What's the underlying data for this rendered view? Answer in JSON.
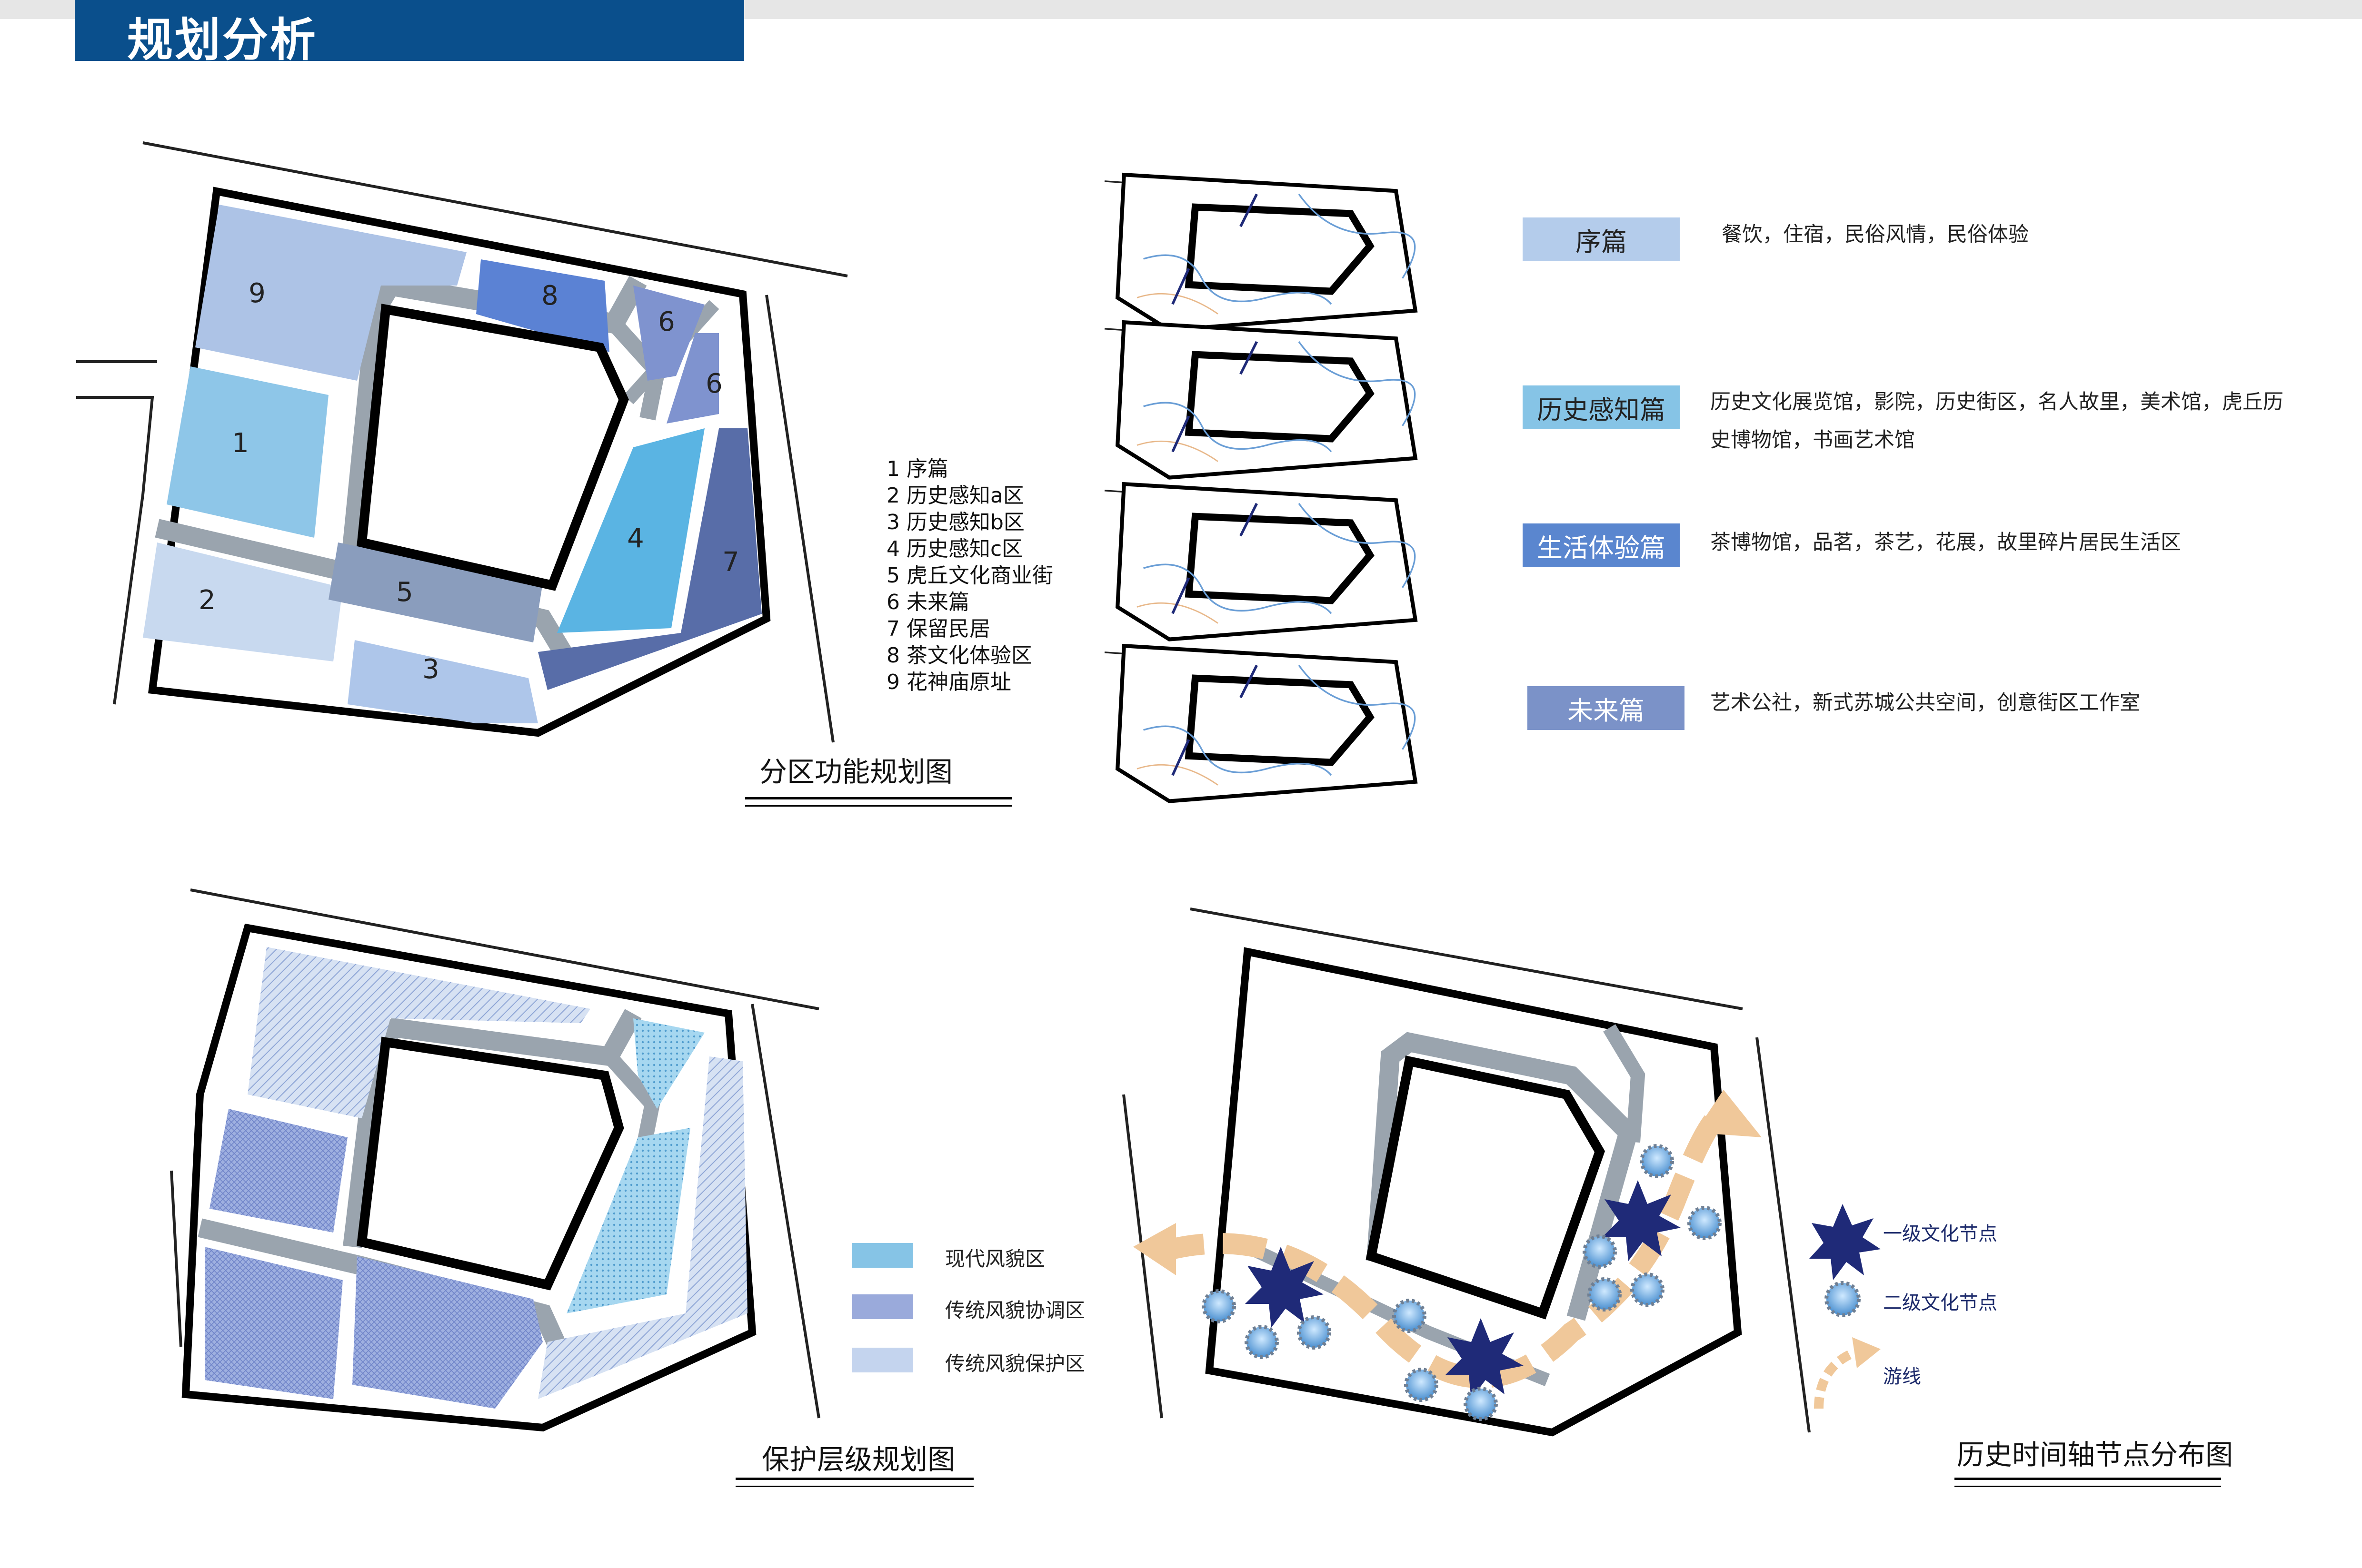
{
  "header": {
    "title": "规划分析"
  },
  "zoning_map": {
    "caption": "分区功能规划图",
    "zones": [
      {
        "num": "1",
        "name": "序篇"
      },
      {
        "num": "2",
        "name": "历史感知a区"
      },
      {
        "num": "3",
        "name": "历史感知b区"
      },
      {
        "num": "4",
        "name": "历史感知c区"
      },
      {
        "num": "5",
        "name": "虎丘文化商业街"
      },
      {
        "num": "6",
        "name": "未来篇"
      },
      {
        "num": "7",
        "name": "保留民居"
      },
      {
        "num": "8",
        "name": "茶文化体验区"
      },
      {
        "num": "9",
        "name": "花神庙原址"
      }
    ],
    "legend_lines": [
      "1 序篇",
      "2 历史感知a区",
      "3 历史感知b区",
      "4 历史感知c区",
      "5 虎丘文化商业街",
      "6 未来篇",
      "7 保留民居",
      "8 茶文化体验区",
      "9 花神庙原址"
    ]
  },
  "chapters": [
    {
      "label": "序篇",
      "color": "#b4cceb",
      "desc": "餐饮，住宿，民俗风情，民俗体验"
    },
    {
      "label": "历史感知篇",
      "color": "#86c4e6",
      "desc": "历史文化展览馆，影院，历史街区，名人故里，美术馆，虎丘历史博物馆，书画艺术馆"
    },
    {
      "label": "生活体验篇",
      "color": "#5a86cf",
      "desc": "茶博物馆，品茗，茶艺，花展，故里碎片居民生活区"
    },
    {
      "label": "未来篇",
      "color": "#7b92c8",
      "desc": "艺术公社，新式苏城公共空间，创意街区工作室"
    }
  ],
  "protection_map": {
    "caption": "保护层级规划图",
    "legend": [
      {
        "label": "现代风貌区",
        "color": "#86c4e6"
      },
      {
        "label": "传统风貌协调区",
        "color": "#9aaadb"
      },
      {
        "label": "传统风貌保护区",
        "color": "#c4d4ee"
      }
    ]
  },
  "timeline_map": {
    "caption": "历史时间轴节点分布图",
    "legend": [
      {
        "icon": "star-icon",
        "label": "一级文化节点"
      },
      {
        "icon": "gear-circle-icon",
        "label": "二级文化节点"
      },
      {
        "icon": "dashed-arrow-icon",
        "label": "游线"
      }
    ]
  },
  "colors": {
    "header_bg": "#0a4f8c",
    "zone1": "#8ec6e8",
    "zone2": "#c8d9ef",
    "zone3": "#aec6ea",
    "zone4": "#5ab4e3",
    "zone5": "#8a9dbd",
    "zone6": "#7f93cf",
    "zone7": "#586da8",
    "zone8": "#5b82d4",
    "zone9": "#adc3e6",
    "road": "#9aa4ae",
    "star": "#1f2a78",
    "route": "#f0c89a"
  }
}
